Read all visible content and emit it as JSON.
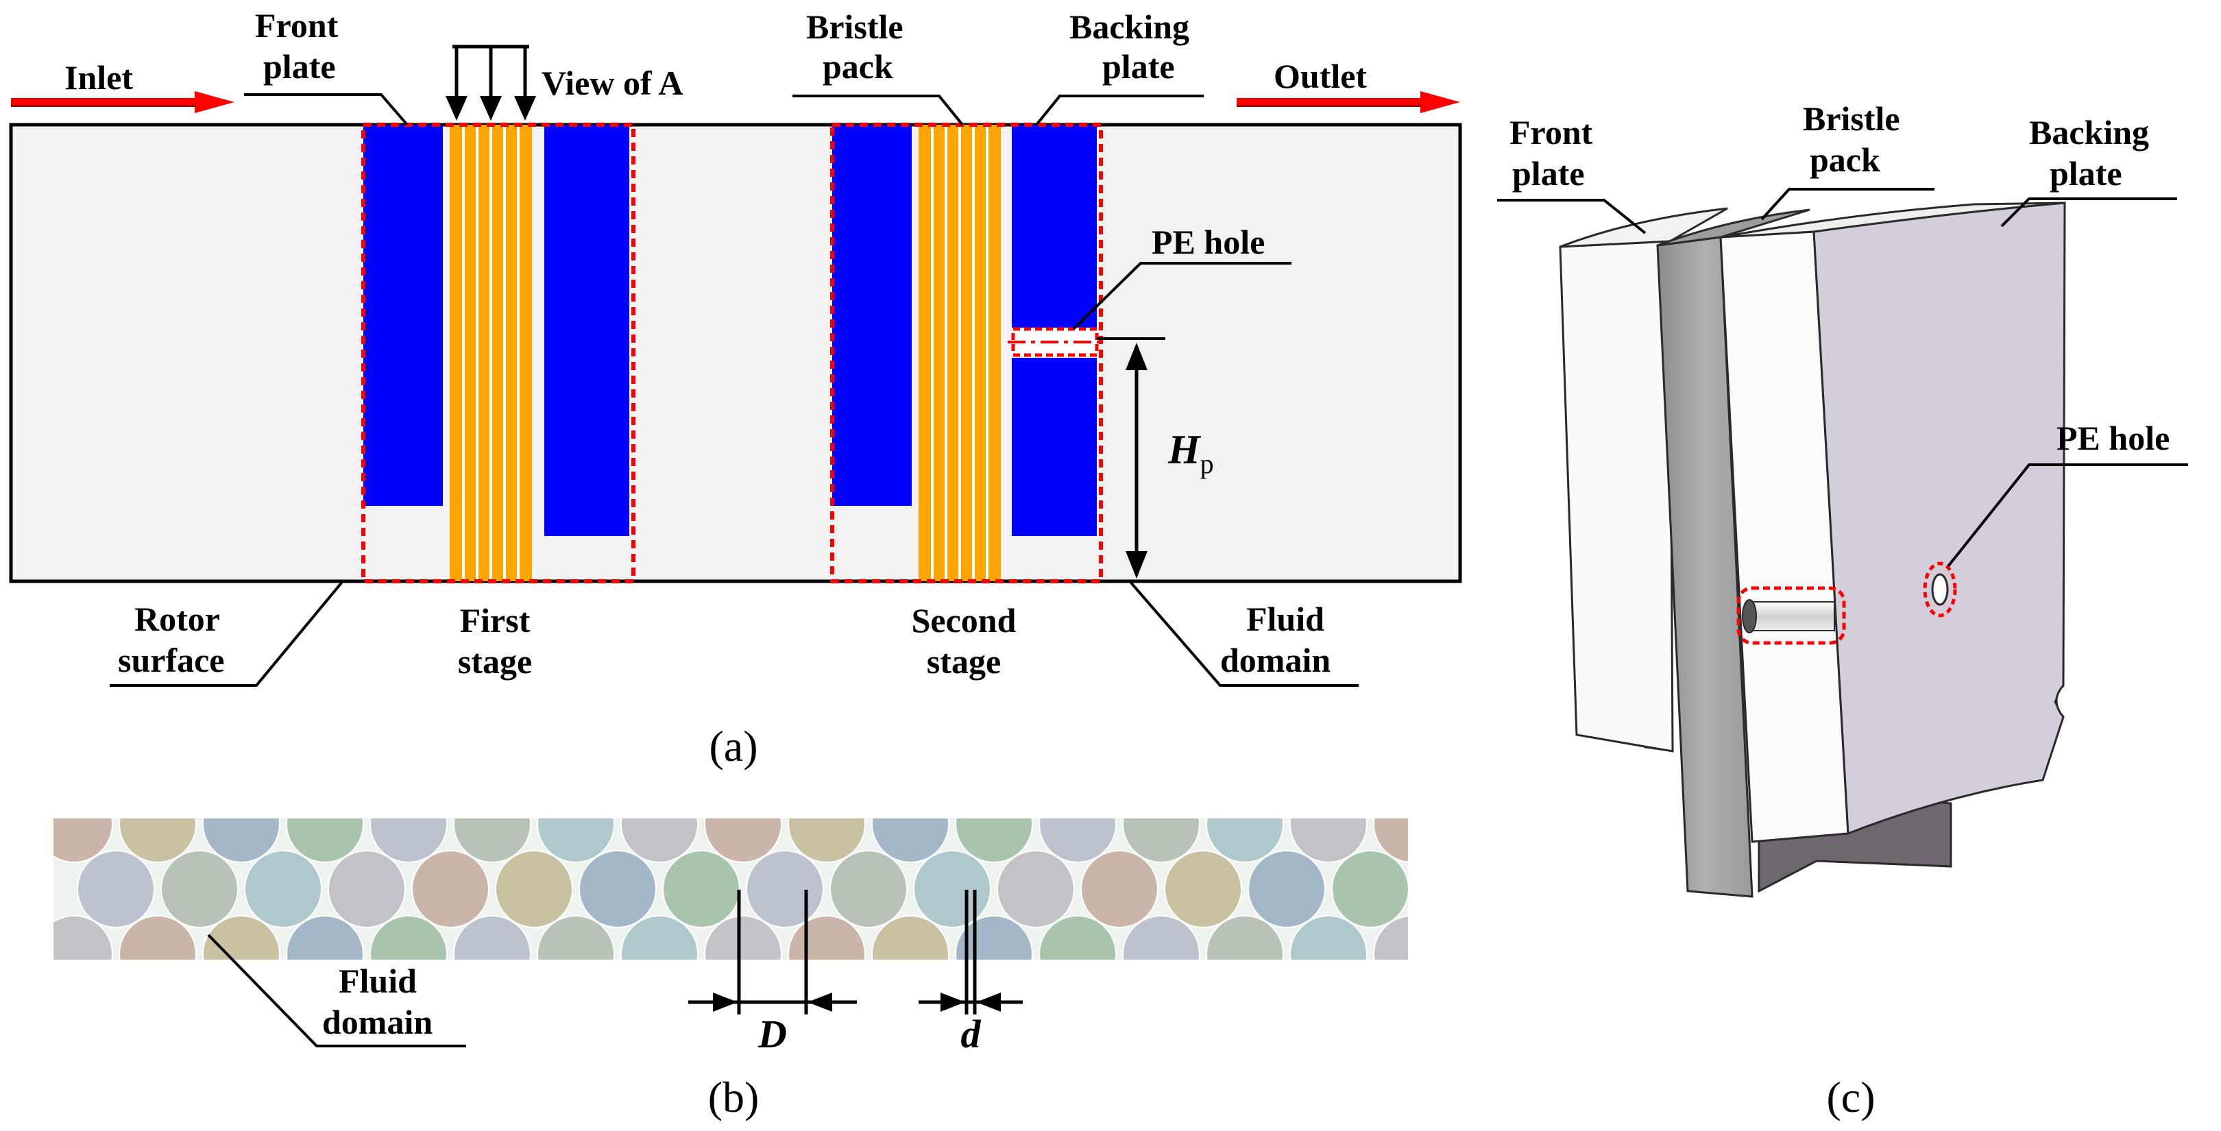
{
  "panel_a": {
    "caption": "(a)",
    "inlet": "Inlet",
    "outlet": "Outlet",
    "front_plate": [
      "Front",
      "plate"
    ],
    "view_of_a": "View of A",
    "bristle_pack": [
      "Bristle",
      "pack"
    ],
    "backing_plate": [
      "Backing",
      "plate"
    ],
    "pe_hole": "PE hole",
    "hp_symbol": "H",
    "hp_sub": "p",
    "rotor_surface": [
      "Rotor",
      "surface"
    ],
    "first_stage": [
      "First",
      "stage"
    ],
    "second_stage": [
      "Second",
      "stage"
    ],
    "fluid_domain": [
      "Fluid",
      "domain"
    ]
  },
  "panel_b": {
    "caption": "(b)",
    "fluid_domain": [
      "Fluid",
      "domain"
    ],
    "d_large": "D",
    "d_small": "d"
  },
  "panel_c": {
    "caption": "(c)",
    "front_plate": [
      "Front",
      "plate"
    ],
    "bristle_pack": [
      "Bristle",
      "pack"
    ],
    "backing_plate": [
      "Backing",
      "plate"
    ],
    "pe_hole": "PE hole"
  },
  "colors": {
    "plate_blue": "#0000ff",
    "bristle_orange": "#ffa500",
    "arrow_red": "#ff0000",
    "dashed_red": "#ff0000",
    "domain_gray": "#f2f2f2",
    "backing_3d": "#d4cedb",
    "pack_3d": "#a6a6a6"
  },
  "circle_palette": [
    "#cbb5a8",
    "#a8c4ac",
    "#aec8cc",
    "#c8c2a2",
    "#bcc3cf",
    "#c2c2c8",
    "#a3b7c8",
    "#b7c3b7"
  ]
}
